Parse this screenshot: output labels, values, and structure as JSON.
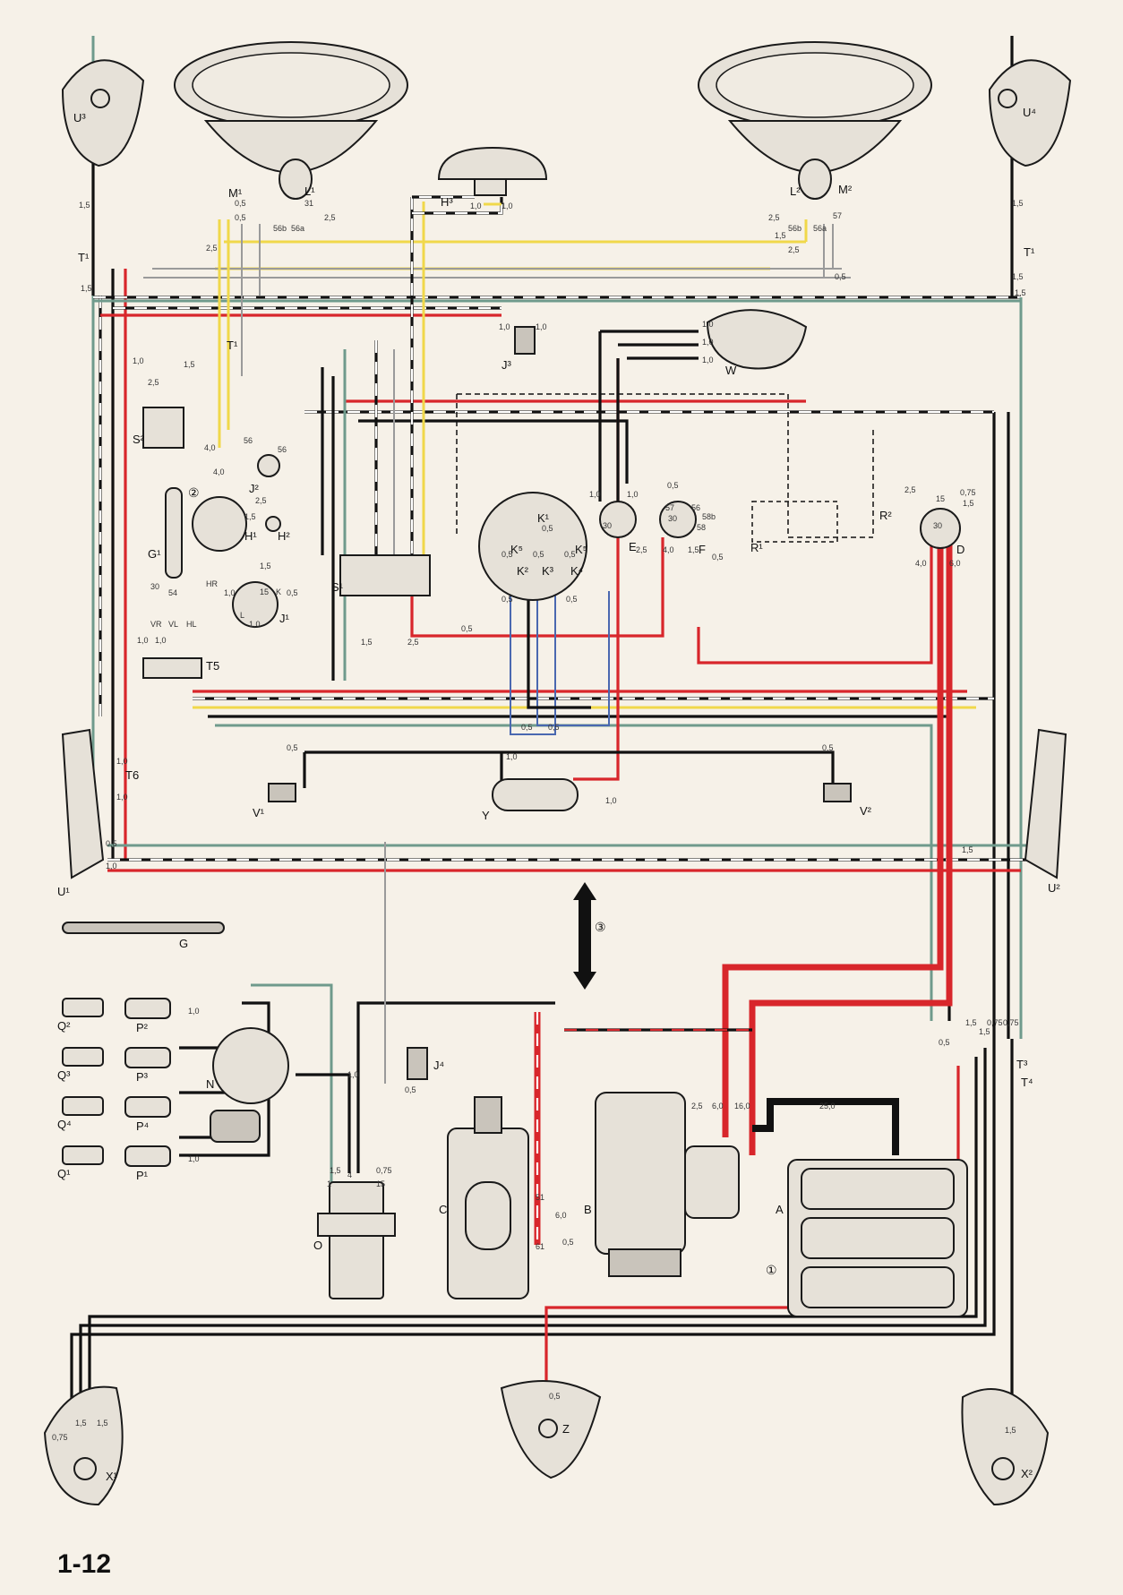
{
  "page_number": "1-12",
  "legend_marks": {
    "m1": "①",
    "m2": "②",
    "m3": "③"
  },
  "components": {
    "A": "A",
    "B": "B",
    "C": "C",
    "D": "D",
    "E": "E",
    "F": "F",
    "G": "G",
    "G1": "G¹",
    "H1": "H¹",
    "H2": "H²",
    "H3": "H³",
    "J1": "J¹",
    "J2": "J²",
    "J3": "J³",
    "J4": "J⁴",
    "K1": "K¹",
    "K2": "K²",
    "K3": "K³",
    "K4": "K⁴",
    "K5a": "K⁵",
    "K5b": "K⁵",
    "L1": "L¹",
    "L2": "L²",
    "M1": "M¹",
    "M2": "M²",
    "N": "N",
    "O": "O",
    "P1": "P¹",
    "P2": "P²",
    "P3": "P³",
    "P4": "P⁴",
    "Q1": "Q¹",
    "Q2": "Q²",
    "Q3": "Q³",
    "Q4": "Q⁴",
    "R1": "R¹",
    "R2": "R²",
    "S1": "S¹",
    "S2": "S²",
    "T1a": "T¹",
    "T1b": "T¹",
    "T1c": "T¹",
    "T3": "T³",
    "T4": "T⁴",
    "T5": "T5",
    "T6": "T6",
    "U1": "U¹",
    "U2": "U²",
    "U3": "U³",
    "U4": "U⁴",
    "V1": "V¹",
    "V2": "V²",
    "W": "W",
    "X1": "X¹",
    "X2": "X²",
    "Y": "Y",
    "Z": "Z"
  },
  "terminals": {
    "t30a": "30",
    "t30b": "30",
    "t30c": "30",
    "t30d": "30",
    "t31": "31",
    "t15a": "15",
    "t15b": "15",
    "t15c": "15",
    "t56a": "56",
    "t56b": "56",
    "t56a2": "56a",
    "t56b2": "56b",
    "t56b3": "56b",
    "t56a3": "56a",
    "t57": "57",
    "t58": "58",
    "t58b": "58b",
    "t54": "54",
    "t51": "51",
    "t61": "61",
    "t4": "4",
    "t1": "1",
    "tK": "K",
    "tL": "L",
    "tHR": "HR",
    "tVR": "VR",
    "tVL": "VL",
    "tHL": "HL"
  },
  "gauges": {
    "g1": "1,5",
    "g2": "1,5",
    "g3": "1,5",
    "g4": "1,5",
    "g5": "0,5",
    "g6": "0,5",
    "g7": "2,5",
    "g8": "2,5",
    "g9": "1,0",
    "g10": "1,0",
    "g11": "2,5",
    "g12": "1,5",
    "g13": "2,5",
    "g14": "0,5",
    "g15": "1,5",
    "g16": "1,0",
    "g17": "1,0",
    "g18": "1,0",
    "g19": "1,0",
    "g20": "1,0",
    "g21": "1,0",
    "g22": "4,0",
    "g23": "4,0",
    "g24": "2,5",
    "g25": "1,5",
    "g26": "1,0",
    "g27": "1,0",
    "g28": "0,5",
    "g29": "1,5",
    "g30": "1,5",
    "g31": "2,5",
    "g32": "0,5",
    "g33": "0,5",
    "g34": "0,5",
    "g35": "1,0",
    "g36": "0,5",
    "g37": "1,0",
    "g38": "2,5",
    "g39": "4,0",
    "g40": "1,5",
    "g41": "0,5",
    "g42": "2,5",
    "g43": "0,75",
    "g44": "1,5",
    "g45": "4,0",
    "g46": "6,0",
    "g47": "0,5",
    "g48": "0,5",
    "g49": "0,5",
    "g50": "0,5",
    "g51": "0,5",
    "g52": "1,0",
    "g53": "1,0",
    "g54": "0,5",
    "g55": "1,0",
    "g56": "0,5",
    "g57": "1,0",
    "g58": "1,0",
    "g59": "1,0",
    "g60": "1,0",
    "g61": "1,5",
    "g62": "0,5",
    "g63": "1,5",
    "g64": "0,75",
    "g65": "1,0",
    "g66": "2,5",
    "g67": "6,0",
    "g68": "16,0",
    "g69": "25,0",
    "g70": "6,0",
    "g71": "0,5",
    "g72": "1,5",
    "g73": "0,75",
    "g74": "0,5",
    "g75": "1,5",
    "g76": "0,75",
    "g77": "1,5",
    "g78": "1,5",
    "g79": "0,75",
    "g80": "1,5",
    "g81": "0,5",
    "g82": "1,5",
    "g83": "2,5",
    "g84": "0,5",
    "g85": "0,5",
    "g86": "1,0",
    "g87": "1,0"
  },
  "colors": {
    "black": "#111111",
    "red": "#d8262b",
    "yellow": "#f0d84a",
    "green": "#6f9a8c",
    "blue": "#4a68b0",
    "grey": "#9a9a9a",
    "paper": "#f6f1e8"
  }
}
